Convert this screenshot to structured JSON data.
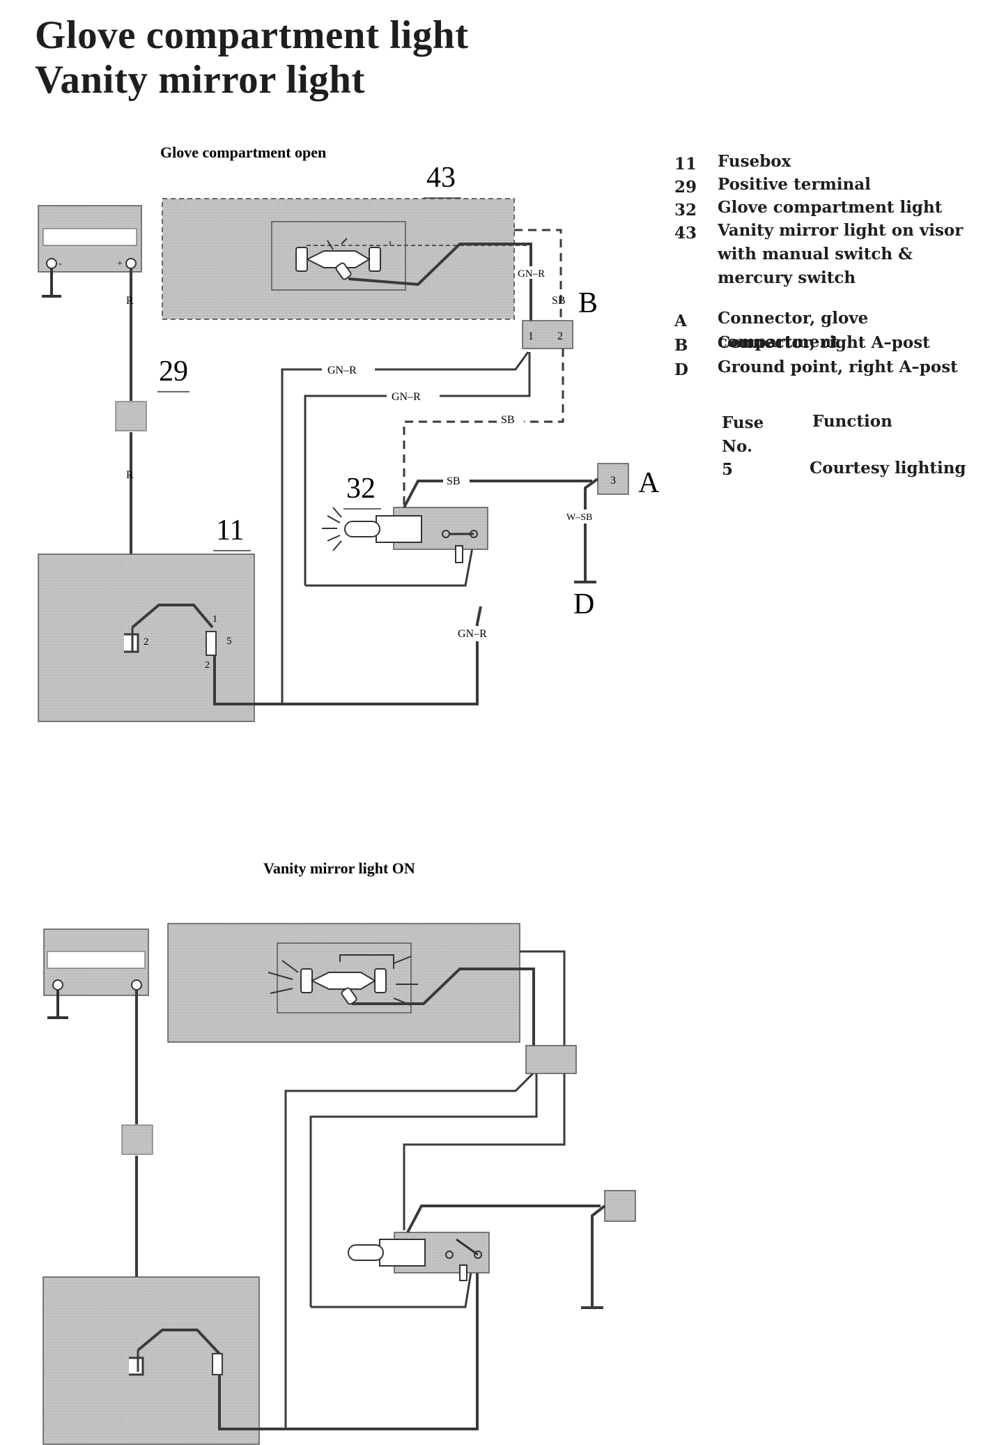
{
  "title": {
    "line1": "Glove compartment light",
    "line2": "Vanity mirror light"
  },
  "top_diagram": {
    "caption": "Glove compartment open",
    "component_numbers": {
      "battery_feed": "29",
      "fusebox": "11",
      "glove_light": "32",
      "vanity_light": "43"
    },
    "connector_letters": {
      "glove": "A",
      "a_post": "B",
      "ground": "D"
    },
    "wire_labels": {
      "red": "R",
      "green_red": "GN–R",
      "black": "SB",
      "white_black": "W–SB"
    },
    "terminal_labels": {
      "fuse_in": "2",
      "fuse_out_top": "1",
      "fuse_out_bottom": "2",
      "fuse_no": "5",
      "conn_b_1": "1",
      "conn_b_2": "2",
      "conn_a_3": "3"
    },
    "battery_terminals": {
      "neg": "-",
      "pos": "+"
    }
  },
  "bottom_diagram": {
    "caption": "Vanity mirror light ON"
  },
  "legend": {
    "items": [
      {
        "num": "11",
        "text": "Fusebox"
      },
      {
        "num": "29",
        "text": "Positive terminal"
      },
      {
        "num": "32",
        "text": "Glove compartment light"
      },
      {
        "num": "43",
        "text": "Vanity mirror light on visor with manual switch & mercury switch"
      },
      {
        "num": "A",
        "text": "Connector, glove compartment"
      },
      {
        "num": "B",
        "text": "Connector, right A–post"
      },
      {
        "num": "D",
        "text": "Ground point, right A–post"
      }
    ],
    "fuse_table": {
      "col1_header_line1": "Fuse",
      "col1_header_line2": "No.",
      "col2_header": "Function",
      "rows": [
        {
          "no": "5",
          "function": "Courtesy lighting"
        }
      ]
    }
  }
}
